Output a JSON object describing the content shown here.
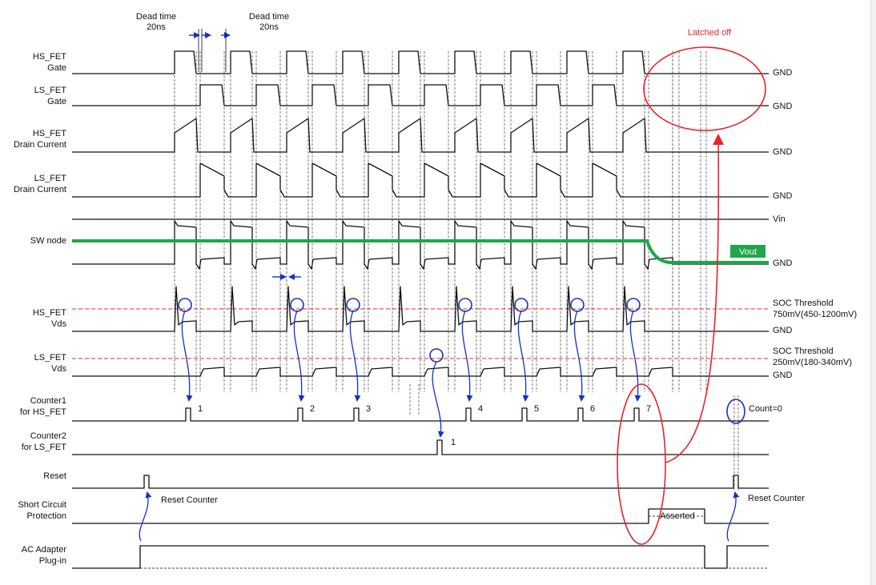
{
  "signals": [
    {
      "id": "hs-gate",
      "label": [
        "HS_FET",
        "Gate"
      ],
      "right_label": "GND"
    },
    {
      "id": "ls-gate",
      "label": [
        "LS_FET",
        "Gate"
      ],
      "right_label": "GND"
    },
    {
      "id": "hs-current",
      "label": [
        "HS_FET",
        "Drain Current"
      ],
      "right_label": "GND"
    },
    {
      "id": "ls-current",
      "label": [
        "LS_FET",
        "Drain Current"
      ],
      "right_label": "GND"
    },
    {
      "id": "sw-node",
      "label": [
        "SW node"
      ],
      "right_label": "GND",
      "top_label": "Vin"
    },
    {
      "id": "hs-vds",
      "label": [
        "HS_FET",
        "Vds"
      ],
      "right_label": "GND",
      "threshold_label": [
        "SOC Threshold",
        "750mV(450-1200mV)"
      ]
    },
    {
      "id": "ls-vds",
      "label": [
        "LS_FET",
        "Vds"
      ],
      "right_label": "GND",
      "threshold_label": [
        "SOC Threshold",
        "250mV(180-340mV)"
      ]
    },
    {
      "id": "counter1",
      "label": [
        "Counter1",
        "for HS_FET"
      ]
    },
    {
      "id": "counter2",
      "label": [
        "Counter2",
        "for LS_FET"
      ]
    },
    {
      "id": "reset",
      "label": [
        "Reset"
      ]
    },
    {
      "id": "scp",
      "label": [
        "Short Circuit",
        "Protection"
      ]
    },
    {
      "id": "ac",
      "label": [
        "AC Adapter",
        "Plug-in"
      ]
    }
  ],
  "annotations": {
    "dead_time_left": [
      "Dead time",
      "20ns"
    ],
    "dead_time_right": [
      "Dead time",
      "20ns"
    ],
    "latched_off": "Latched off",
    "vout": "Vout",
    "asserted": "Asserted",
    "count_zero": "Count=0",
    "reset_counter_left": "Reset Counter",
    "reset_counter_right": "Reset Counter"
  },
  "counter1_counts": [
    "1",
    "2",
    "3",
    "4",
    "5",
    "6",
    "7"
  ],
  "counter2_counts": [
    "1"
  ],
  "colors": {
    "signal": "#111111",
    "vout": "#1ea64a",
    "threshold": "#e8232a",
    "marker": "#1530c8",
    "latched": "#e8232a"
  }
}
